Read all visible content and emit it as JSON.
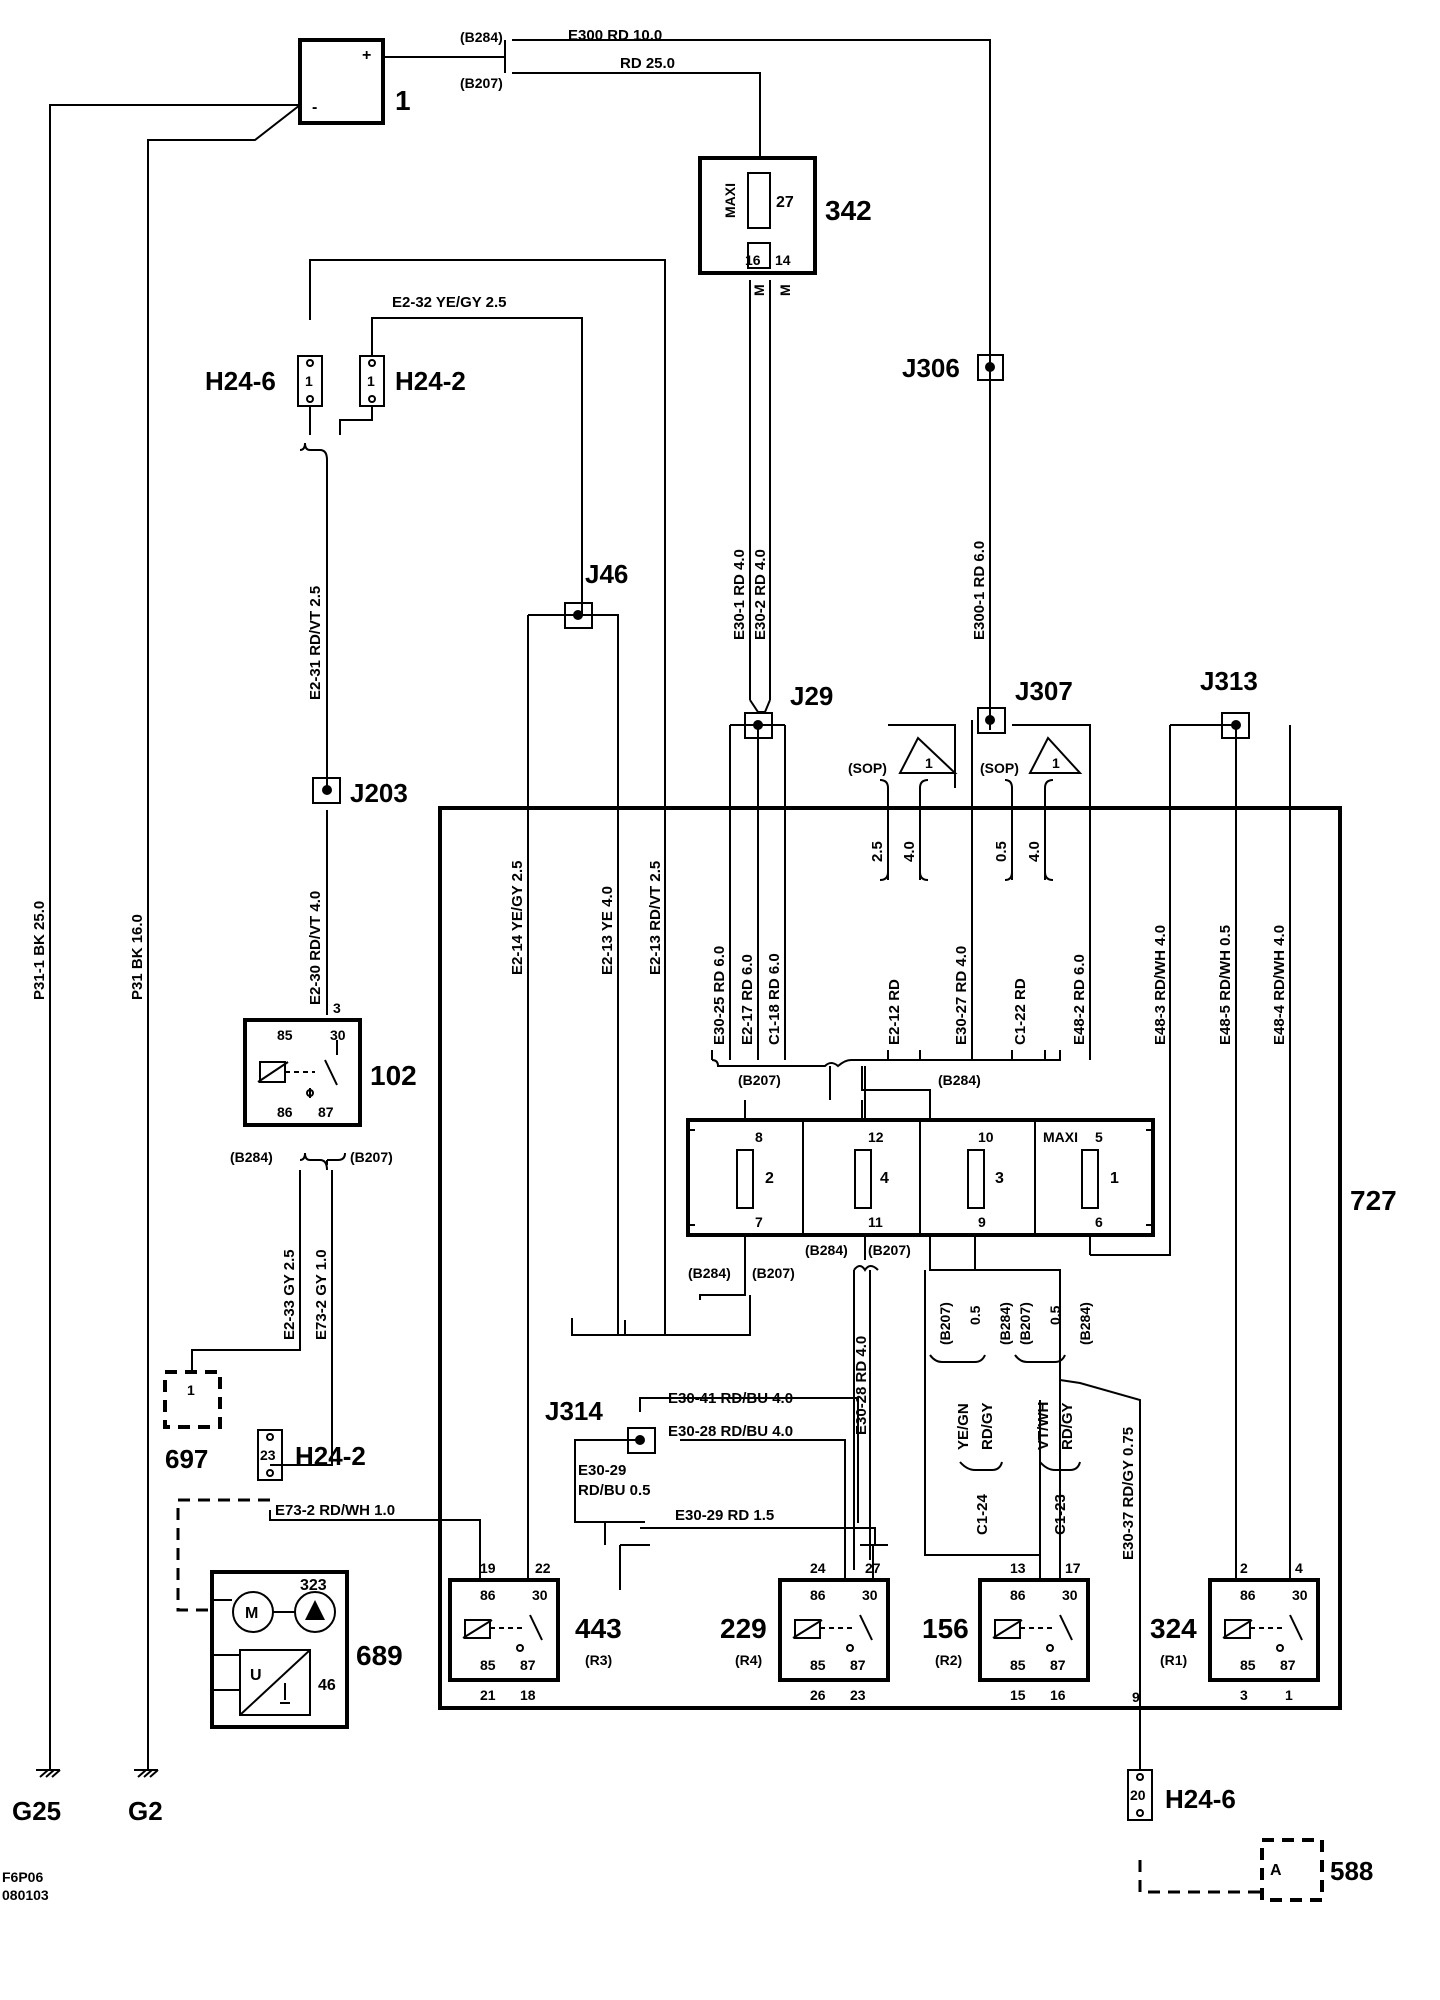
{
  "components": {
    "battery": {
      "label": "1",
      "plus": "+",
      "minus": "-"
    },
    "maxi_fuse_342": {
      "label": "342",
      "fuse_type": "MAXI",
      "fuse_no": "27",
      "pin_a": "16",
      "pin_b": "14",
      "mark_a": "M",
      "mark_b": "M"
    },
    "relay_102": {
      "label": "102",
      "p85": "85",
      "p30": "30",
      "p86": "86",
      "p87": "87",
      "p3": "3"
    },
    "relay_443": {
      "label": "443",
      "sub": "(R3)",
      "p86": "86",
      "p30": "30",
      "p85": "85",
      "p87": "87",
      "t19": "19",
      "t22": "22",
      "t21": "21",
      "t18": "18"
    },
    "relay_229": {
      "label": "229",
      "sub": "(R4)",
      "p86": "86",
      "p30": "30",
      "p85": "85",
      "p87": "87",
      "t24": "24",
      "t27": "27",
      "t26": "26",
      "t23": "23"
    },
    "relay_156": {
      "label": "156",
      "sub": "(R2)",
      "p86": "86",
      "p30": "30",
      "p85": "85",
      "p87": "87",
      "t13": "13",
      "t17": "17",
      "t15": "15",
      "t16": "16"
    },
    "relay_324": {
      "label": "324",
      "sub": "(R1)",
      "p86": "86",
      "p30": "30",
      "p85": "85",
      "p87": "87",
      "t2": "2",
      "t4": "4",
      "t3": "3",
      "t1": "1"
    },
    "box_727": {
      "label": "727"
    },
    "fuse_box": {
      "f2": {
        "no": "2",
        "top": "8",
        "bot": "7"
      },
      "f4": {
        "no": "4",
        "top": "12",
        "bot": "11"
      },
      "f3": {
        "no": "3",
        "top": "10",
        "bot": "9"
      },
      "f1": {
        "no": "1",
        "top": "5",
        "bot": "6",
        "type": "MAXI"
      }
    },
    "c697": {
      "label": "697",
      "pin": "1"
    },
    "c689": {
      "label": "689",
      "sub_motor": "323",
      "sub_ctrl": "46",
      "motor": "M",
      "u": "U"
    },
    "c588": {
      "label": "588",
      "pin": "A"
    }
  },
  "connectors": {
    "h24_6_top": {
      "label": "H24-6",
      "pin": "1"
    },
    "h24_2_top": {
      "label": "H24-2",
      "pin": "1"
    },
    "h24_2_left": {
      "label": "H24-2",
      "pin": "23"
    },
    "h24_6_bottom": {
      "label": "H24-6",
      "pin": "20"
    }
  },
  "junctions": {
    "j306": "J306",
    "j46": "J46",
    "j29": "J29",
    "j307": "J307",
    "j313": "J313",
    "j203": "J203",
    "j314": "J314"
  },
  "grounds": {
    "g25": "G25",
    "g2": "G2"
  },
  "variants": {
    "b284": "(B284)",
    "b207": "(B207)",
    "sop": "(SOP)",
    "note": "1"
  },
  "wires": {
    "e300": "E300  RD 10.0",
    "rd25": "RD  25.0",
    "e2_32": "E2-32  YE/GY  2.5",
    "e2_31": "E2-31  RD/VT  2.5",
    "e2_30": "E2-30  RD/VT  4.0",
    "p31_1": "P31-1  BK  25.0",
    "p31": "P31  BK  16.0",
    "e30_1": "E30-1  RD  4.0",
    "e30_2": "E30-2  RD  4.0",
    "e300_1": "E300-1  RD  6.0",
    "e2_14": "E2-14  YE/GY  2.5",
    "e2_13ye": "E2-13  YE  4.0",
    "e2_13rd": "E2-13  RD/VT  2.5",
    "e30_25": "E30-25  RD  6.0",
    "e2_17": "E2-17  RD  6.0",
    "c1_18": "C1-18  RD  6.0",
    "sop1_a": "2.5",
    "sop1_b": "4.0",
    "sop2_a": "0.5",
    "sop2_b": "4.0",
    "e2_12": "E2-12  RD",
    "e30_27": "E30-27  RD  4.0",
    "c1_22": "C1-22  RD",
    "e48_2": "E48-2  RD  6.0",
    "e48_3": "E48-3  RD/WH  4.0",
    "e48_5": "E48-5  RD/WH  0.5",
    "e48_4": "E48-4  RD/WH  4.0",
    "e2_33": "E2-33  GY  2.5",
    "e73_2": "E73-2  GY  1.0",
    "e73_2rw": "E73-2  RD/WH  1.0",
    "e30_41": "E30-41  RD/BU  4.0",
    "e30_28h": "E30-28  RD/BU  4.0",
    "e30_28v": "E30-28  RD  4.0",
    "e30_29a": "E30-29",
    "e30_29b": "RD/BU  0.5",
    "e30_29rd": "E30-29   RD   1.5",
    "b207_05a": "0.5",
    "b284_05a": "0.5",
    "b207_05b": "0.5",
    "b284_05b": "0.5",
    "ye_gn": "YE/GN",
    "rd_gy1": "RD/GY",
    "vt_wh": "VT/WH",
    "rd_gy2": "RD/GY",
    "c1_24": "C1-24",
    "c1_23": "C1-23",
    "e30_37": "E30-37  RD/GY  0.75",
    "pin9": "9"
  },
  "footer": {
    "line1": "F6P06",
    "line2": "080103"
  }
}
